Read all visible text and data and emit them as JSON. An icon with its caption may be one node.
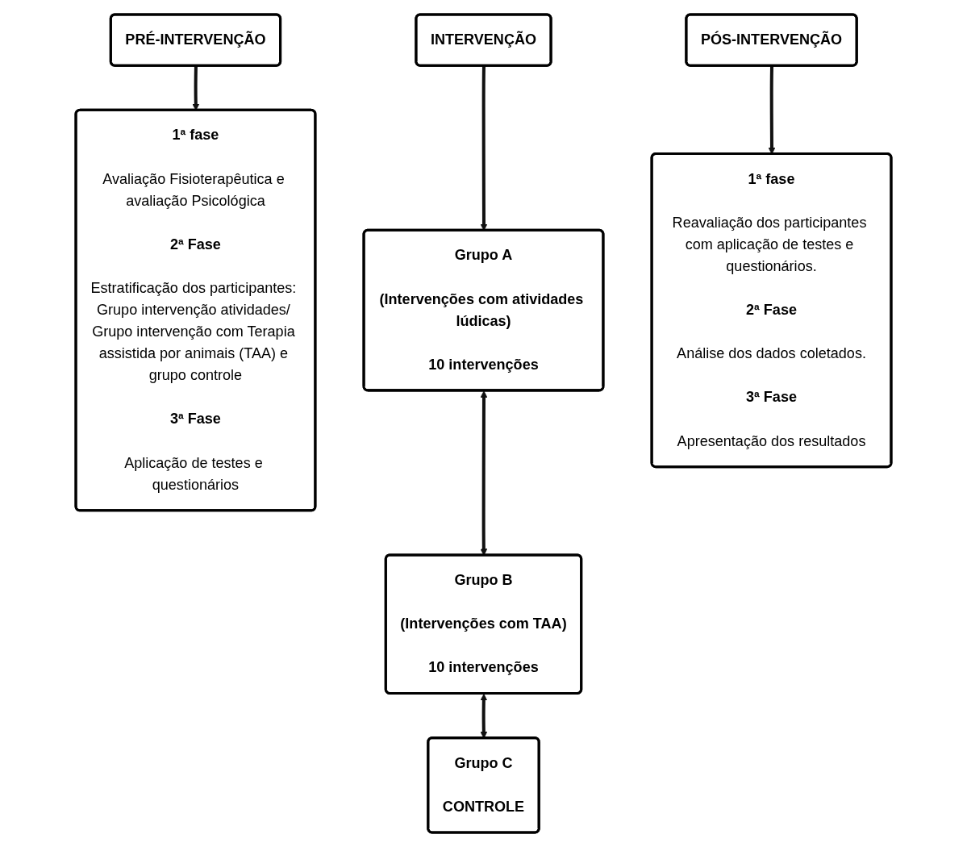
{
  "diagram": {
    "nodes": [
      {
        "text": [
          "PRÉ-INTERVENÇÃO"
        ]
      },
      {
        "text": [
          "INTERVENÇÃO"
        ]
      },
      {
        "text": [
          "PÓS-INTERVENÇÃO"
        ]
      },
      {
        "text": [
          "1ª fase",
          "Avaliação Fisioterapêutica e avaliação Psicológica",
          "2ª Fase",
          "Estratificação dos participantes: Grupo intervenção atividades/ Grupo intervenção com Terapia assistida por animais (TAA) e grupo controle",
          "3ª Fase",
          "Aplicação de testes e questionários"
        ]
      },
      {
        "text": [
          "Grupo A",
          "(Intervenções com atividades lúdicas)",
          "10 intervenções"
        ]
      },
      {
        "text": [
          "Grupo B",
          "(Intervenções com TAA)",
          "10 intervenções"
        ]
      },
      {
        "text": [
          "Grupo C",
          "CONTROLE"
        ]
      },
      {
        "text": [
          "1ª fase",
          "Reavaliação dos participantes com aplicação de testes e questionários.",
          "2ª Fase",
          "Análise dos dados coletados.",
          "3ª Fase",
          "Apresentação dos resultados"
        ]
      }
    ],
    "edges": [
      {
        "from": 0,
        "to": 3,
        "arrow": "to"
      },
      {
        "from": 1,
        "to": 4,
        "arrow": "to"
      },
      {
        "from": 2,
        "to": 7,
        "arrow": "to"
      },
      {
        "from": 4,
        "to": 5,
        "arrow": "both"
      },
      {
        "from": 5,
        "to": 6,
        "arrow": "both"
      }
    ]
  }
}
